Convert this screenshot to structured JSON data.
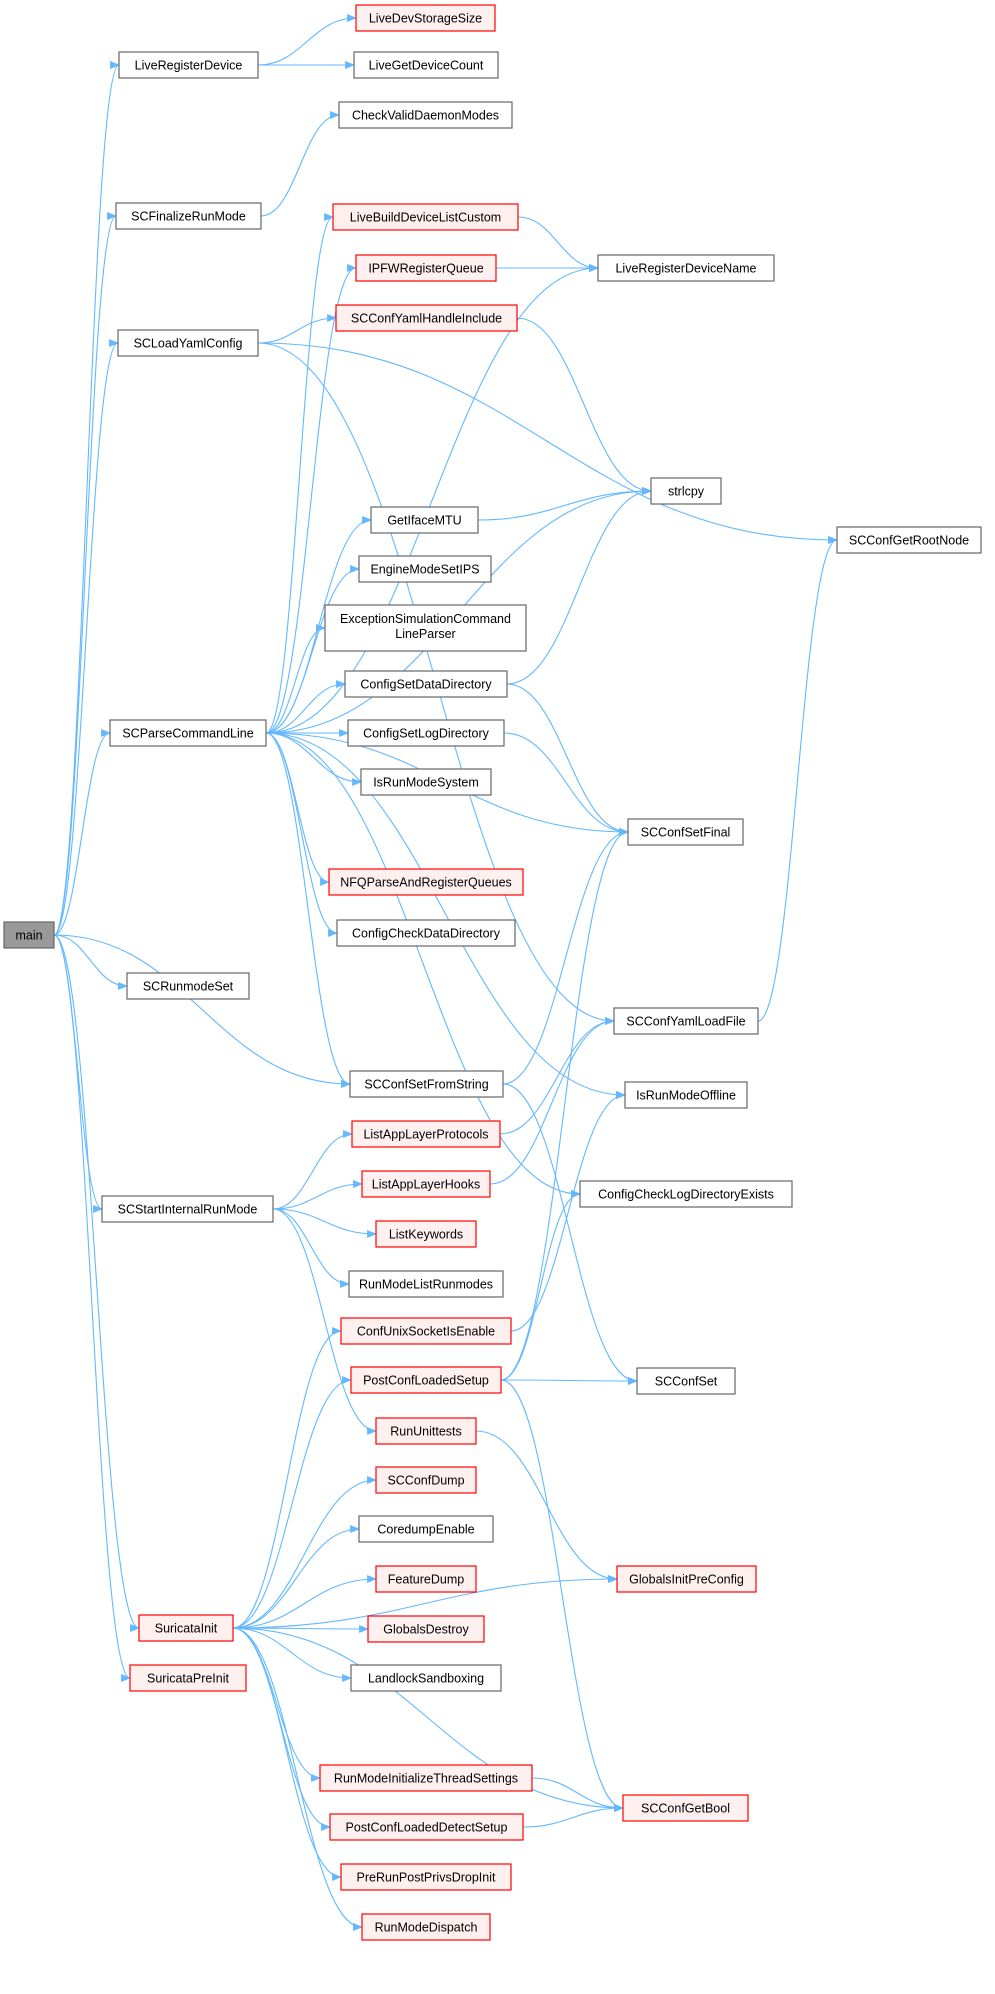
{
  "colors": {
    "edge": "#63b8ff",
    "normal_fill": "#ffffff",
    "normal_stroke": "#666666",
    "truncated_fill": "#fff0f0",
    "truncated_stroke": "#ff0000",
    "root_fill": "#999999",
    "root_stroke": "#666666"
  },
  "nodes": [
    {
      "id": "main",
      "label": "main",
      "style": "root"
    },
    {
      "id": "LiveRegisterDevice",
      "label": "LiveRegisterDevice",
      "style": "normal"
    },
    {
      "id": "SCFinalizeRunMode",
      "label": "SCFinalizeRunMode",
      "style": "normal"
    },
    {
      "id": "SCLoadYamlConfig",
      "label": "SCLoadYamlConfig",
      "style": "normal"
    },
    {
      "id": "SCParseCommandLine",
      "label": "SCParseCommandLine",
      "style": "normal"
    },
    {
      "id": "SCRunmodeSet",
      "label": "SCRunmodeSet",
      "style": "normal"
    },
    {
      "id": "SCStartInternalRunMode",
      "label": "SCStartInternalRunMode",
      "style": "normal"
    },
    {
      "id": "SuricataInit",
      "label": "SuricataInit",
      "style": "truncated"
    },
    {
      "id": "SuricataPreInit",
      "label": "SuricataPreInit",
      "style": "truncated"
    },
    {
      "id": "LiveDevStorageSize",
      "label": "LiveDevStorageSize",
      "style": "truncated"
    },
    {
      "id": "LiveGetDeviceCount",
      "label": "LiveGetDeviceCount",
      "style": "normal"
    },
    {
      "id": "CheckValidDaemonModes",
      "label": "CheckValidDaemonModes",
      "style": "normal"
    },
    {
      "id": "LiveBuildDeviceListCustom",
      "label": "LiveBuildDeviceListCustom",
      "style": "truncated"
    },
    {
      "id": "IPFWRegisterQueue",
      "label": "IPFWRegisterQueue",
      "style": "truncated"
    },
    {
      "id": "SCConfYamlHandleInclude",
      "label": "SCConfYamlHandleInclude",
      "style": "truncated"
    },
    {
      "id": "GetIfaceMTU",
      "label": "GetIfaceMTU",
      "style": "normal"
    },
    {
      "id": "EngineModeSetIPS",
      "label": "EngineModeSetIPS",
      "style": "normal"
    },
    {
      "id": "ExceptionSimulationCommandLineParser",
      "label": "ExceptionSimulationCommand LineParser",
      "style": "normal"
    },
    {
      "id": "ConfigSetDataDirectory",
      "label": "ConfigSetDataDirectory",
      "style": "normal"
    },
    {
      "id": "ConfigSetLogDirectory",
      "label": "ConfigSetLogDirectory",
      "style": "normal"
    },
    {
      "id": "IsRunModeSystem",
      "label": "IsRunModeSystem",
      "style": "normal"
    },
    {
      "id": "NFQParseAndRegisterQueues",
      "label": "NFQParseAndRegisterQueues",
      "style": "truncated"
    },
    {
      "id": "ConfigCheckDataDirectory",
      "label": "ConfigCheckDataDirectory",
      "style": "normal"
    },
    {
      "id": "SCConfSetFromString",
      "label": "SCConfSetFromString",
      "style": "normal"
    },
    {
      "id": "ListAppLayerProtocols",
      "label": "ListAppLayerProtocols",
      "style": "truncated"
    },
    {
      "id": "ListAppLayerHooks",
      "label": "ListAppLayerHooks",
      "style": "truncated"
    },
    {
      "id": "ListKeywords",
      "label": "ListKeywords",
      "style": "truncated"
    },
    {
      "id": "RunModeListRunmodes",
      "label": "RunModeListRunmodes",
      "style": "normal"
    },
    {
      "id": "ConfUnixSocketIsEnable",
      "label": "ConfUnixSocketIsEnable",
      "style": "truncated"
    },
    {
      "id": "PostConfLoadedSetup",
      "label": "PostConfLoadedSetup",
      "style": "truncated"
    },
    {
      "id": "RunUnittests",
      "label": "RunUnittests",
      "style": "truncated"
    },
    {
      "id": "SCConfDump",
      "label": "SCConfDump",
      "style": "truncated"
    },
    {
      "id": "CoredumpEnable",
      "label": "CoredumpEnable",
      "style": "normal"
    },
    {
      "id": "FeatureDump",
      "label": "FeatureDump",
      "style": "truncated"
    },
    {
      "id": "GlobalsDestroy",
      "label": "GlobalsDestroy",
      "style": "truncated"
    },
    {
      "id": "LandlockSandboxing",
      "label": "LandlockSandboxing",
      "style": "normal"
    },
    {
      "id": "RunModeInitializeThreadSettings",
      "label": "RunModeInitializeThreadSettings",
      "style": "truncated"
    },
    {
      "id": "PostConfLoadedDetectSetup",
      "label": "PostConfLoadedDetectSetup",
      "style": "truncated"
    },
    {
      "id": "PreRunPostPrivsDropInit",
      "label": "PreRunPostPrivsDropInit",
      "style": "truncated"
    },
    {
      "id": "RunModeDispatch",
      "label": "RunModeDispatch",
      "style": "truncated"
    },
    {
      "id": "LiveRegisterDeviceName",
      "label": "LiveRegisterDeviceName",
      "style": "normal"
    },
    {
      "id": "strlcpy",
      "label": "strlcpy",
      "style": "normal"
    },
    {
      "id": "SCConfSetFinal",
      "label": "SCConfSetFinal",
      "style": "normal"
    },
    {
      "id": "SCConfYamlLoadFile",
      "label": "SCConfYamlLoadFile",
      "style": "normal"
    },
    {
      "id": "IsRunModeOffline",
      "label": "IsRunModeOffline",
      "style": "normal"
    },
    {
      "id": "ConfigCheckLogDirectoryExists",
      "label": "ConfigCheckLogDirectoryExists",
      "style": "normal"
    },
    {
      "id": "SCConfSet",
      "label": "SCConfSet",
      "style": "normal"
    },
    {
      "id": "GlobalsInitPreConfig",
      "label": "GlobalsInitPreConfig",
      "style": "truncated"
    },
    {
      "id": "SCConfGetBool",
      "label": "SCConfGetBool",
      "style": "truncated"
    },
    {
      "id": "SCConfGetRootNode",
      "label": "SCConfGetRootNode",
      "style": "normal"
    }
  ],
  "edges": [
    [
      "main",
      "LiveRegisterDevice"
    ],
    [
      "main",
      "SCFinalizeRunMode"
    ],
    [
      "main",
      "SCLoadYamlConfig"
    ],
    [
      "main",
      "SCParseCommandLine"
    ],
    [
      "main",
      "SCRunmodeSet"
    ],
    [
      "main",
      "SCStartInternalRunMode"
    ],
    [
      "main",
      "SuricataInit"
    ],
    [
      "main",
      "SuricataPreInit"
    ],
    [
      "main",
      "SCConfSetFromString"
    ],
    [
      "LiveRegisterDevice",
      "LiveDevStorageSize"
    ],
    [
      "LiveRegisterDevice",
      "LiveGetDeviceCount"
    ],
    [
      "SCFinalizeRunMode",
      "CheckValidDaemonModes"
    ],
    [
      "SCLoadYamlConfig",
      "SCConfGetRootNode"
    ],
    [
      "SCLoadYamlConfig",
      "SCConfYamlHandleInclude"
    ],
    [
      "SCLoadYamlConfig",
      "SCConfYamlLoadFile"
    ],
    [
      "SCParseCommandLine",
      "LiveBuildDeviceListCustom"
    ],
    [
      "SCParseCommandLine",
      "IPFWRegisterQueue"
    ],
    [
      "SCParseCommandLine",
      "LiveRegisterDeviceName"
    ],
    [
      "SCParseCommandLine",
      "strlcpy"
    ],
    [
      "SCParseCommandLine",
      "GetIfaceMTU"
    ],
    [
      "SCParseCommandLine",
      "EngineModeSetIPS"
    ],
    [
      "SCParseCommandLine",
      "ExceptionSimulationCommandLineParser"
    ],
    [
      "SCParseCommandLine",
      "ConfigSetDataDirectory"
    ],
    [
      "SCParseCommandLine",
      "ConfigSetLogDirectory"
    ],
    [
      "SCParseCommandLine",
      "IsRunModeSystem"
    ],
    [
      "SCParseCommandLine",
      "SCConfSetFinal"
    ],
    [
      "SCParseCommandLine",
      "NFQParseAndRegisterQueues"
    ],
    [
      "SCParseCommandLine",
      "ConfigCheckDataDirectory"
    ],
    [
      "SCParseCommandLine",
      "SCConfSetFromString"
    ],
    [
      "SCParseCommandLine",
      "IsRunModeOffline"
    ],
    [
      "SCParseCommandLine",
      "ConfigCheckLogDirectoryExists"
    ],
    [
      "SCStartInternalRunMode",
      "ListAppLayerProtocols"
    ],
    [
      "SCStartInternalRunMode",
      "ListAppLayerHooks"
    ],
    [
      "SCStartInternalRunMode",
      "ListKeywords"
    ],
    [
      "SCStartInternalRunMode",
      "RunModeListRunmodes"
    ],
    [
      "SCStartInternalRunMode",
      "RunUnittests"
    ],
    [
      "SuricataInit",
      "ConfUnixSocketIsEnable"
    ],
    [
      "SuricataInit",
      "PostConfLoadedSetup"
    ],
    [
      "SuricataInit",
      "SCConfDump"
    ],
    [
      "SuricataInit",
      "CoredumpEnable"
    ],
    [
      "SuricataInit",
      "FeatureDump"
    ],
    [
      "SuricataInit",
      "GlobalsDestroy"
    ],
    [
      "SuricataInit",
      "LandlockSandboxing"
    ],
    [
      "SuricataInit",
      "GlobalsInitPreConfig"
    ],
    [
      "SuricataInit",
      "RunModeInitializeThreadSettings"
    ],
    [
      "SuricataInit",
      "PostConfLoadedDetectSetup"
    ],
    [
      "SuricataInit",
      "PreRunPostPrivsDropInit"
    ],
    [
      "SuricataInit",
      "RunModeDispatch"
    ],
    [
      "SuricataInit",
      "SCConfGetBool"
    ],
    [
      "LiveBuildDeviceListCustom",
      "LiveRegisterDeviceName"
    ],
    [
      "IPFWRegisterQueue",
      "LiveRegisterDeviceName"
    ],
    [
      "SCConfYamlHandleInclude",
      "strlcpy"
    ],
    [
      "GetIfaceMTU",
      "strlcpy"
    ],
    [
      "ConfigSetDataDirectory",
      "strlcpy"
    ],
    [
      "ConfigSetDataDirectory",
      "SCConfSetFinal"
    ],
    [
      "ConfigSetLogDirectory",
      "SCConfSetFinal"
    ],
    [
      "SCConfSetFromString",
      "SCConfSetFinal"
    ],
    [
      "SCConfSetFromString",
      "SCConfSet"
    ],
    [
      "ListAppLayerProtocols",
      "SCConfYamlLoadFile"
    ],
    [
      "ListAppLayerHooks",
      "SCConfYamlLoadFile"
    ],
    [
      "ConfUnixSocketIsEnable",
      "IsRunModeOffline"
    ],
    [
      "PostConfLoadedSetup",
      "SCConfSetFinal"
    ],
    [
      "PostConfLoadedSetup",
      "ConfigCheckLogDirectoryExists"
    ],
    [
      "PostConfLoadedSetup",
      "SCConfSet"
    ],
    [
      "PostConfLoadedSetup",
      "SCConfGetBool"
    ],
    [
      "RunUnittests",
      "GlobalsInitPreConfig"
    ],
    [
      "RunModeInitializeThreadSettings",
      "SCConfGetBool"
    ],
    [
      "PostConfLoadedDetectSetup",
      "SCConfGetBool"
    ],
    [
      "SCConfYamlLoadFile",
      "SCConfGetRootNode"
    ]
  ]
}
